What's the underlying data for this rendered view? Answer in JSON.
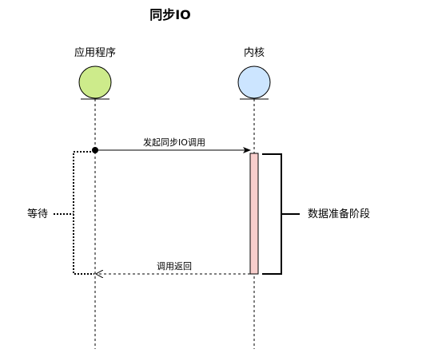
{
  "title": "同步IO",
  "participants": {
    "app": {
      "label": "应用程序",
      "color": "#cdeb8b"
    },
    "kernel": {
      "label": "内核",
      "color": "#cce5ff"
    }
  },
  "messages": {
    "call": "发起同步IO调用",
    "return": "调用返回"
  },
  "annotations": {
    "wait": "等待",
    "prepare": "数据准备阶段"
  },
  "colors": {
    "activation": "#f8cecc",
    "line": "#000000"
  }
}
